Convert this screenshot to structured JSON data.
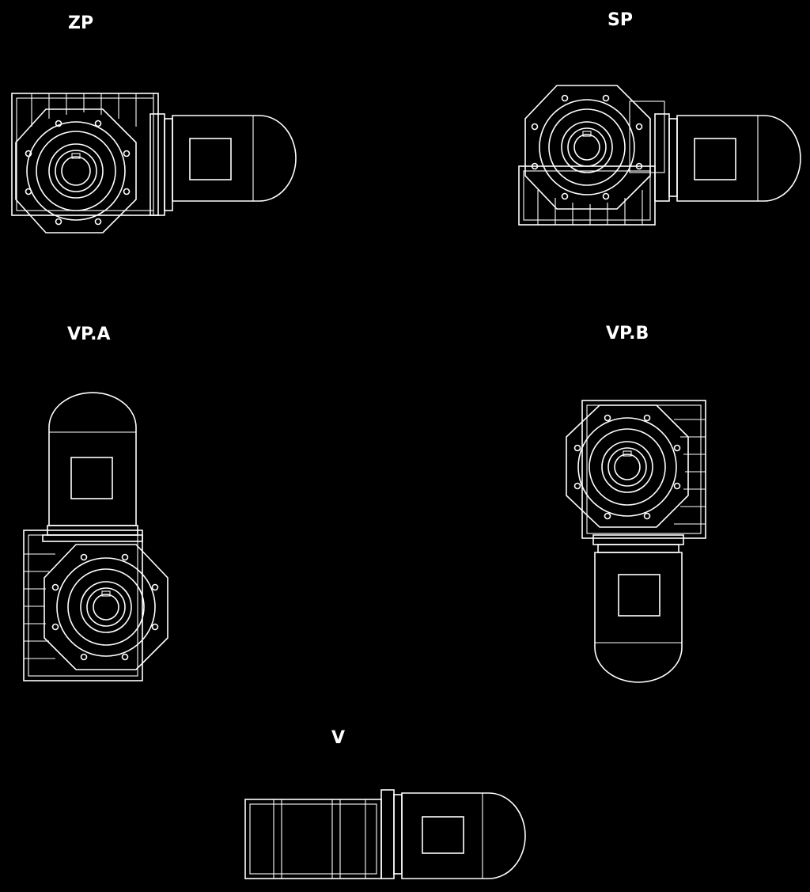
{
  "labels": {
    "zp": "ZP",
    "sp": "SP",
    "vpa": "VP.A",
    "vpb": "VP.B",
    "v": "V"
  },
  "colors": {
    "background": "#000000",
    "line": "#ffffff"
  }
}
